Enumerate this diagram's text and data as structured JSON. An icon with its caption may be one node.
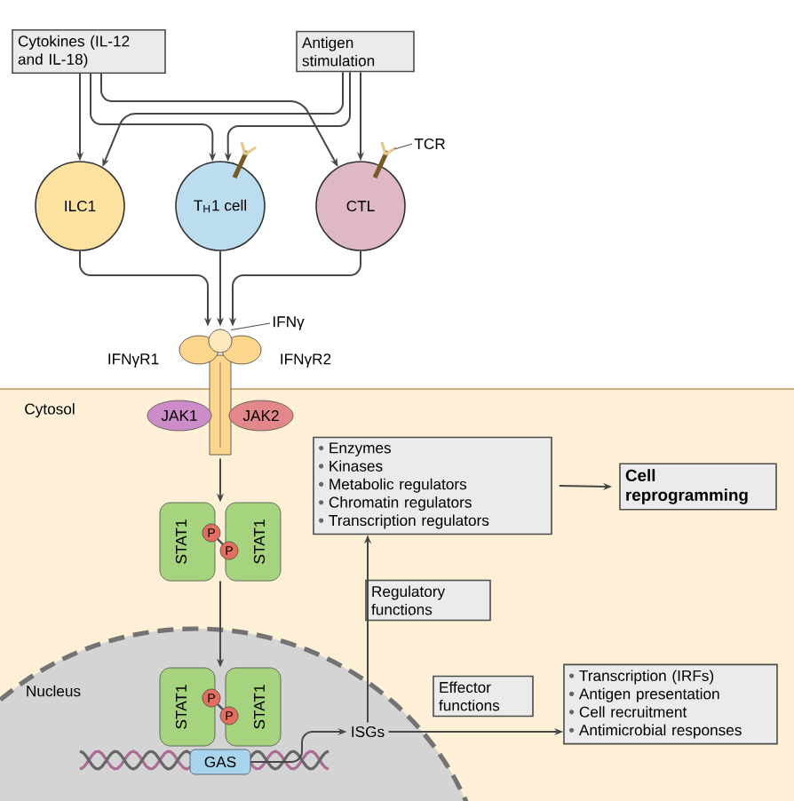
{
  "diagram": {
    "nodes": [
      {
        "text": [
          "Cytokines (IL-12 and IL-18)"
        ]
      },
      {
        "text": [
          "Antigen stimulation"
        ]
      },
      {
        "text": [
          "ILC1"
        ]
      },
      {
        "text": [
          "T$_{H}$1 cell"
        ]
      },
      {
        "text": [
          "CTL"
        ]
      },
      {
        "text": [],
        "shape": "picture"
      },
      {
        "text": [
          "JAK1"
        ]
      },
      {
        "text": [
          "JAK2"
        ]
      },
      {
        "text": [
          "STAT1",
          "P",
          "P",
          "STAT1"
        ]
      },
      {
        "text": [
          "Enzymes",
          "Kinases",
          "Metabolic regulators",
          "Chromatin regulators",
          "Transcription regulators"
        ]
      },
      {
        "text": [
          "Cell reprogramming"
        ]
      },
      {
        "text": [
          "Regulatory functions"
        ]
      },
      {
        "text": [
          "STAT1",
          "P",
          "P",
          "STAT1"
        ]
      },
      {
        "text": [
          "GAS"
        ]
      },
      {
        "text": [
          "ISGs"
        ]
      },
      {
        "text": [
          "Effector functions"
        ]
      },
      {
        "text": [
          "Transcription (IRFs)",
          "Antigen presentation",
          "Cell recruitment",
          "Antimicrobial responses"
        ]
      },
      {
        "text": [
          "IFNγ"
        ]
      },
      {
        "text": [
          "TCR"
        ]
      }
    ],
    "edges": [
      {
        "from": 0,
        "to": 2,
        "arrow": "to"
      },
      {
        "from": 0,
        "to": 3,
        "arrow": "to"
      },
      {
        "from": 0,
        "to": 4,
        "arrow": "to"
      },
      {
        "from": 1,
        "to": 2,
        "arrow": "to"
      },
      {
        "from": 1,
        "to": 3,
        "arrow": "to"
      },
      {
        "from": 1,
        "to": 4,
        "arrow": "to"
      },
      {
        "from": 2,
        "to": 5,
        "arrow": "to"
      },
      {
        "from": 3,
        "to": 5,
        "arrow": "to"
      },
      {
        "from": 4,
        "to": 5,
        "arrow": "to"
      },
      {
        "from": 5,
        "to": 8,
        "arrow": "to"
      },
      {
        "from": 8,
        "to": 12,
        "arrow": "to"
      },
      {
        "from": 13,
        "to": 14,
        "arrow": "to"
      },
      {
        "from": 14,
        "to": 9,
        "arrow": "to"
      },
      {
        "from": 14,
        "to": 16,
        "arrow": "to"
      },
      {
        "from": 9,
        "to": 10,
        "arrow": "to"
      },
      {
        "from": 17,
        "to": 5,
        "arrow": "none"
      },
      {
        "from": 18,
        "to": 4,
        "arrow": "none"
      }
    ],
    "labels": [
      "IFNγR1",
      "IFNγR2",
      "Cytosol",
      "Nucleus"
    ]
  }
}
